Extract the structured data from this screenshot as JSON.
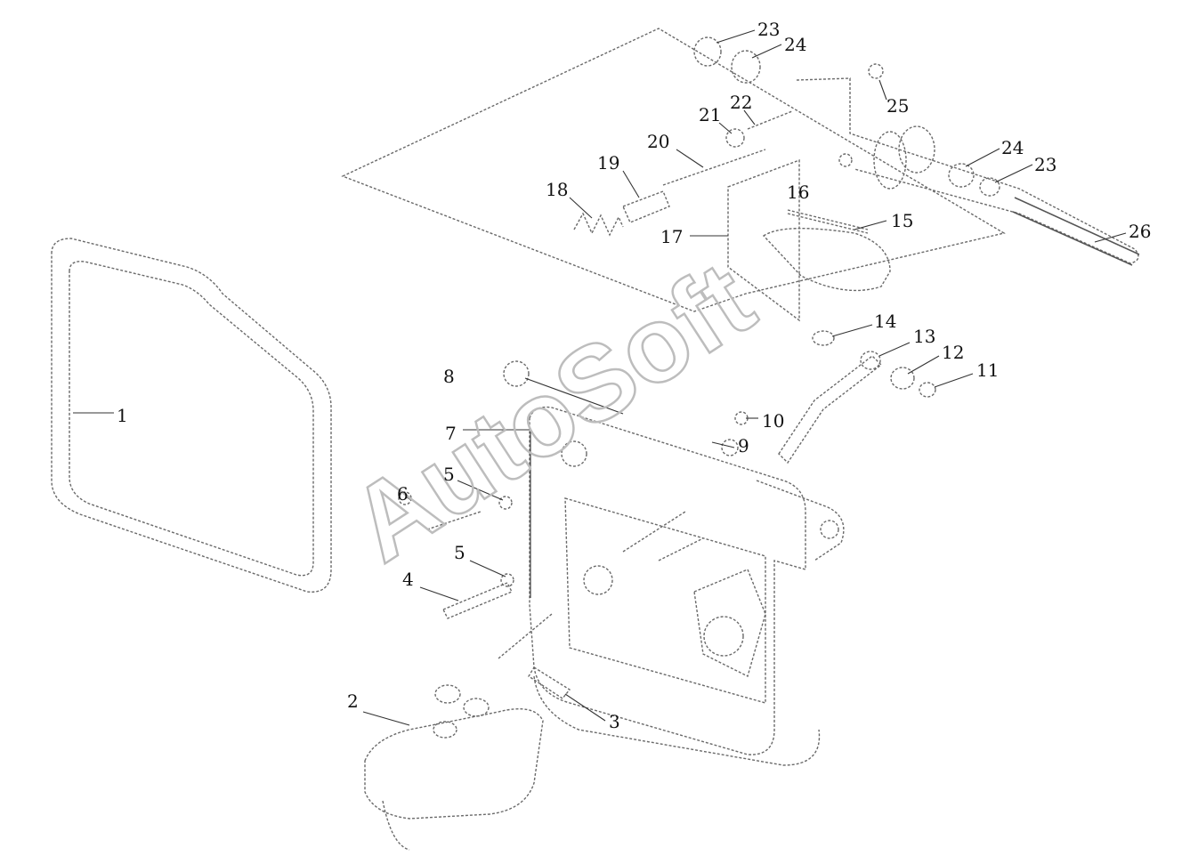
{
  "diagram": {
    "watermark": "AutoSoft",
    "callouts": [
      "1",
      "2",
      "3",
      "4",
      "5",
      "5",
      "6",
      "7",
      "8",
      "9",
      "10",
      "11",
      "12",
      "13",
      "14",
      "15",
      "16",
      "17",
      "18",
      "19",
      "20",
      "21",
      "22",
      "23",
      "23",
      "24",
      "24",
      "25",
      "26"
    ]
  },
  "colors": {
    "line": "#6a6a6a",
    "text": "#111111",
    "watermark": "#bdbdbd"
  }
}
